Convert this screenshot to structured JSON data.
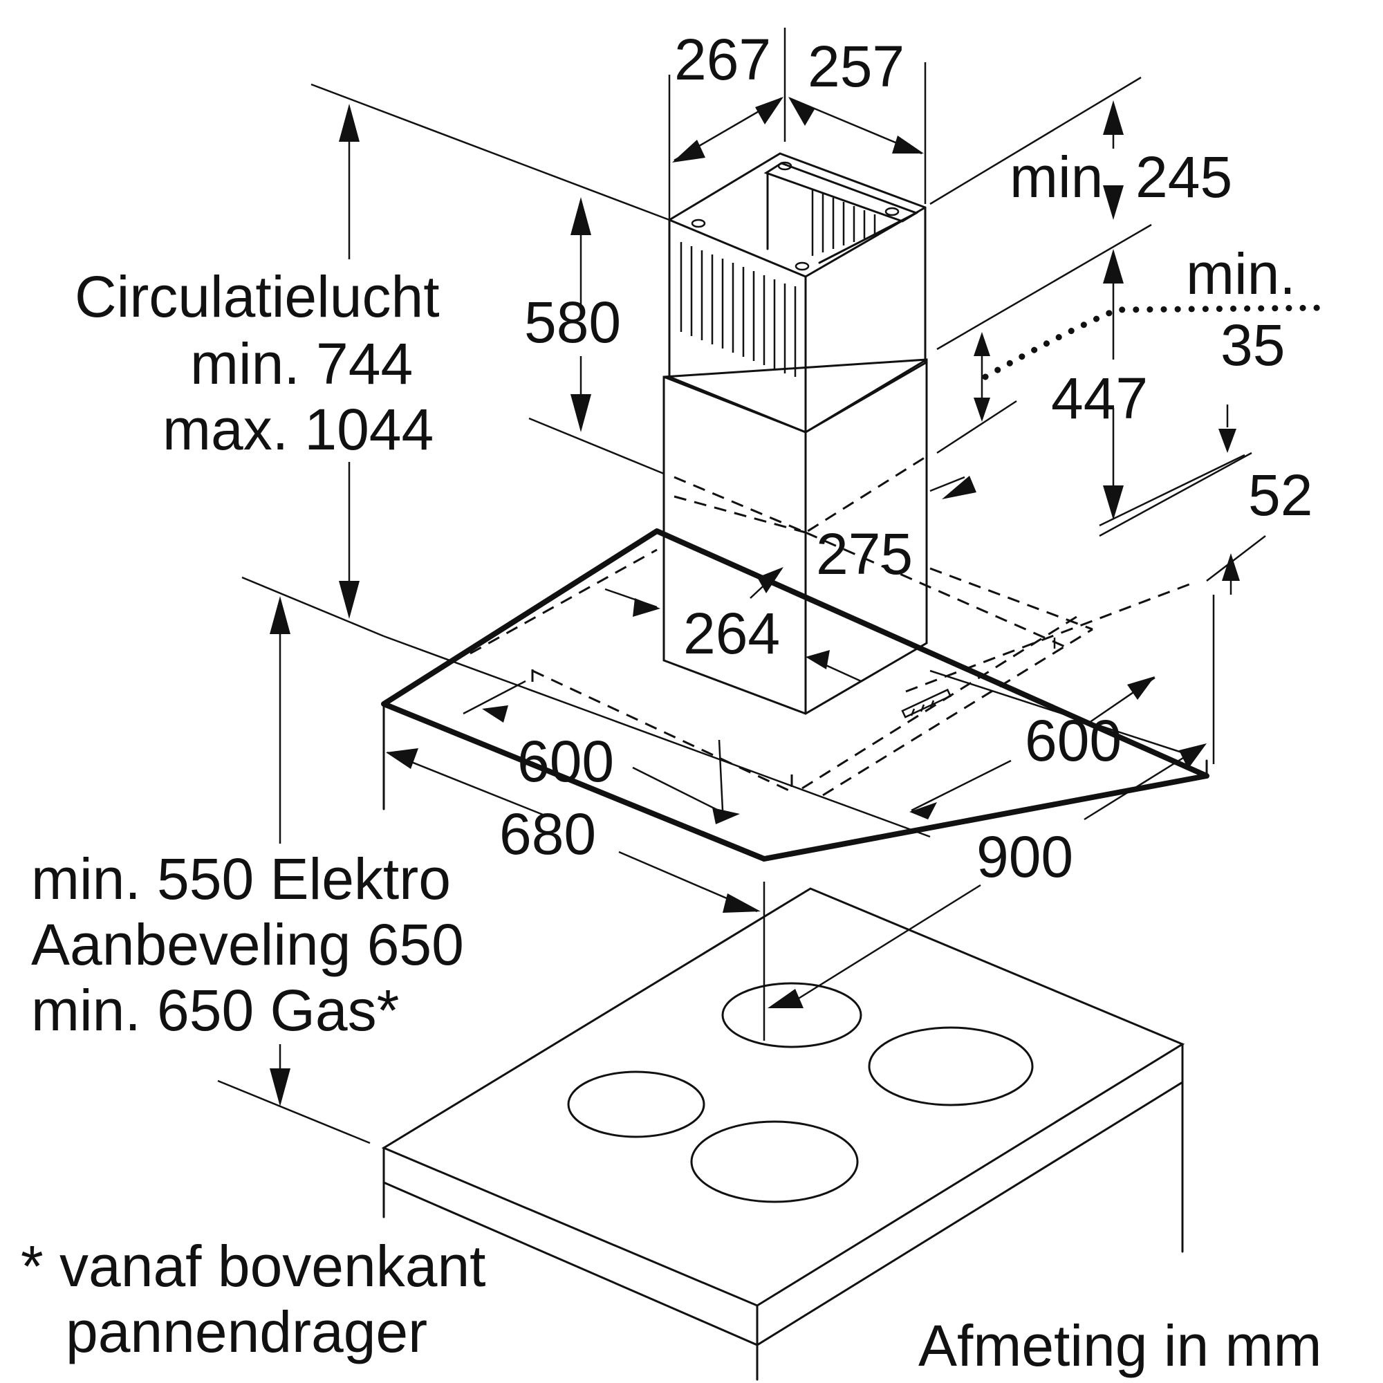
{
  "dimensions": {
    "chimney_width_left": "267",
    "chimney_width_right": "257",
    "min_245": "min. 245",
    "min_label": "min.",
    "min_35_value": "35",
    "upper_chimney_height": "580",
    "lower_height_447": "447",
    "offset_52": "52",
    "inner_275": "275",
    "inner_264": "264",
    "inner_600_left": "600",
    "inner_600_right": "600",
    "depth_680": "680",
    "width_900": "900"
  },
  "circulation": {
    "line1": "Circulatielucht",
    "line2": "min. 744",
    "line3": "max. 1044"
  },
  "clearance": {
    "line1": "min. 550 Elektro",
    "line2": "Aanbeveling 650",
    "line3": "min. 650 Gas*"
  },
  "footnote": {
    "line1": "* vanaf bovenkant",
    "line2": "pannendrager"
  },
  "unit_note": "Afmeting in mm"
}
